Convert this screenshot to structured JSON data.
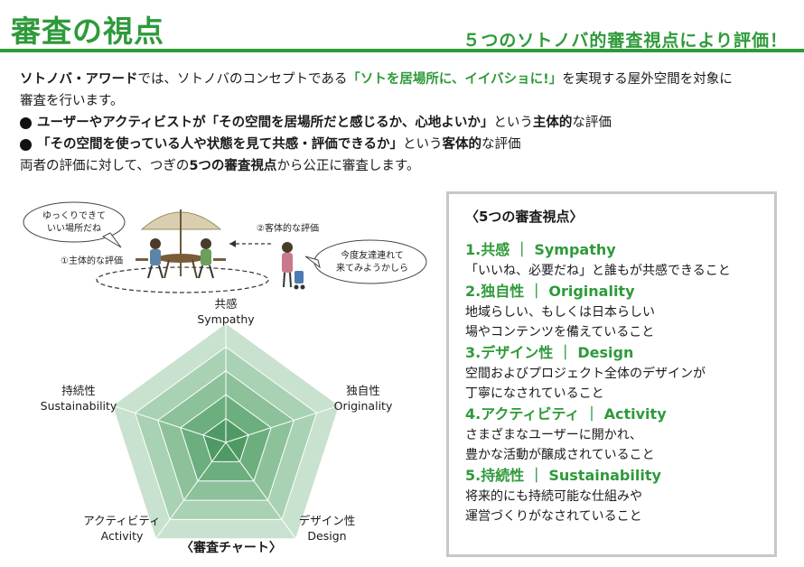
{
  "header": {
    "title": "審査の視点",
    "subtitle": "５つのソトノバ的審査視点により評価！"
  },
  "intro": {
    "line1_a": "ソトノバ・アワード",
    "line1_b": "では、ソトノバのコンセプトである",
    "line1_hl": "「ソトを居場所に、イイバショに!」",
    "line1_c": "を実現する屋外空間を対象に",
    "line2": "審査を行います。",
    "bullet1_a": "ユーザーやアクティビストが「その空間を居場所だと感じるか、心地よいか」",
    "bullet1_b": "という",
    "bullet1_c": "主体的",
    "bullet1_d": "な評価",
    "bullet2_a": "「その空間を使っている人や状態を見て共感・評価できるか」",
    "bullet2_b": "という",
    "bullet2_c": "客体的",
    "bullet2_d": "な評価",
    "line5_a": "両者の評価に対して、つぎの",
    "line5_b": "5つの審査視点",
    "line5_c": "から公正に審査します。"
  },
  "scene": {
    "bubble_left_1": "ゆっくりできて",
    "bubble_left_2": "いい場所だね",
    "label_subjective": "①主体的な評価",
    "label_objective": "②客体的な評価",
    "bubble_right_1": "今度友達連れて",
    "bubble_right_2": "来てみようかしら"
  },
  "radar": {
    "labels": [
      {
        "ja": "共感",
        "en": "Sympathy"
      },
      {
        "ja": "独自性",
        "en": "Originality"
      },
      {
        "ja": "デザイン性",
        "en": "Design"
      },
      {
        "ja": "アクティビティ",
        "en": "Activity"
      },
      {
        "ja": "持続性",
        "en": "Sustainability"
      }
    ],
    "levels": 5,
    "colors": [
      "#c9e2cf",
      "#a9d1b3",
      "#8cc19a",
      "#6cae7e",
      "#4f9a64"
    ],
    "title": "〈審査チャート〉"
  },
  "panel": {
    "title": "〈5つの審査視点〉",
    "items": [
      {
        "head": "1.共感 ｜ Sympathy",
        "desc1": "「いいね、必要だね」と誰もが共感できること",
        "desc2": ""
      },
      {
        "head": "2.独自性 ｜ Originality",
        "desc1": "地域らしい、もしくは日本らしい",
        "desc2": "場やコンテンツを備えていること"
      },
      {
        "head": "3.デザイン性 ｜ Design",
        "desc1": "空間およびプロジェクト全体のデザインが",
        "desc2": "丁寧になされていること"
      },
      {
        "head": "4.アクティビティ ｜ Activity",
        "desc1": "さまざまなユーザーに開かれ、",
        "desc2": "豊かな活動が醸成されていること"
      },
      {
        "head": "5.持続性 ｜ Sustainability",
        "desc1": "将来的にも持続可能な仕組みや",
        "desc2": "運営づくりがなされていること"
      }
    ]
  },
  "colors": {
    "accent": "#2e9a3a"
  }
}
